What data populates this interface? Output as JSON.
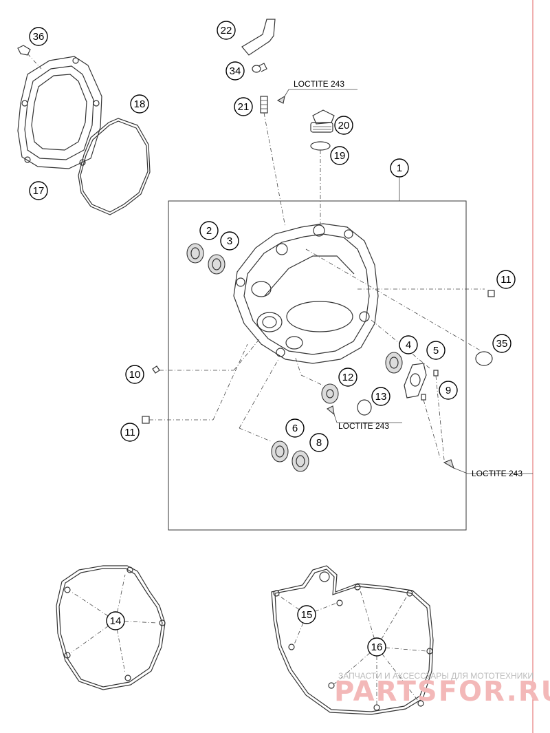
{
  "callouts": {
    "c1": "1",
    "c2": "2",
    "c3": "3",
    "c4": "4",
    "c5": "5",
    "c6": "6",
    "c8": "8",
    "c9": "9",
    "c10": "10",
    "c11a": "11",
    "c11b": "11",
    "c12": "12",
    "c13": "13",
    "c14": "14",
    "c15": "15",
    "c16": "16",
    "c17": "17",
    "c18": "18",
    "c19": "19",
    "c20": "20",
    "c21": "21",
    "c22": "22",
    "c34": "34",
    "c35": "35",
    "c36": "36"
  },
  "notes": {
    "loctite_a": "LOCTITE 243",
    "loctite_b": "LOCTITE 243",
    "loctite_c": "LOCTITE 243"
  },
  "watermark": {
    "tagline": "ЗАПЧАСТИ И АКСЕССУАРЫ ДЛЯ МОТОТЕХНИКИ",
    "brand": "PARTSFOR.RU"
  },
  "colors": {
    "line": "#333333",
    "page_edge": "#e06060",
    "watermark_text": "#bbbbbb",
    "watermark_brand": "#f3b8b8"
  }
}
